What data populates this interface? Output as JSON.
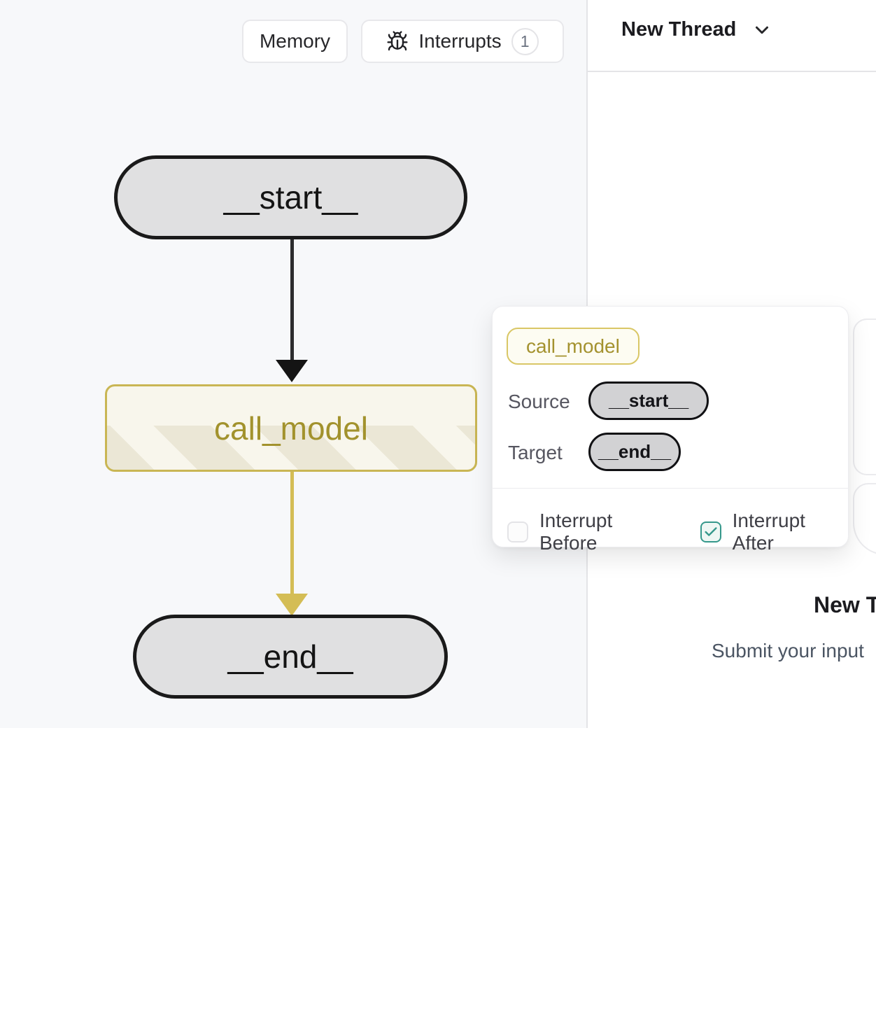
{
  "toolbar": {
    "memory_label": "Memory",
    "interrupts_label": "Interrupts",
    "interrupts_count": "1"
  },
  "thread_header": {
    "title": "New Thread"
  },
  "graph": {
    "nodes": [
      {
        "id": "__start__",
        "label": "__start__",
        "shape": "pill"
      },
      {
        "id": "call_model",
        "label": "call_model",
        "shape": "rect",
        "state": "interrupt-highlight"
      },
      {
        "id": "__end__",
        "label": "__end__",
        "shape": "pill"
      }
    ],
    "edges": [
      {
        "from": "__start__",
        "to": "call_model",
        "color": "#2c2c2e"
      },
      {
        "from": "call_model",
        "to": "__end__",
        "color": "#d4bd55"
      }
    ]
  },
  "popover": {
    "node_label": "call_model",
    "source_label": "Source",
    "source_value": "__start__",
    "target_label": "Target",
    "target_value": "__end__",
    "interrupt_before_label": "Interrupt Before",
    "interrupt_before_checked": false,
    "interrupt_after_label": "Interrupt After",
    "interrupt_after_checked": true
  },
  "empty_state": {
    "title": "New Thread",
    "subtitle": "Submit your input"
  },
  "colors": {
    "canvas_bg": "#f7f8fa",
    "node_gray": "#e0e0e1",
    "node_border": "#1a1a1a",
    "gold_border": "#c9b654",
    "gold_text": "#a2922d",
    "gold_edge": "#d4bd55",
    "teal_check": "#35988b",
    "divider": "#e4e4e7"
  }
}
